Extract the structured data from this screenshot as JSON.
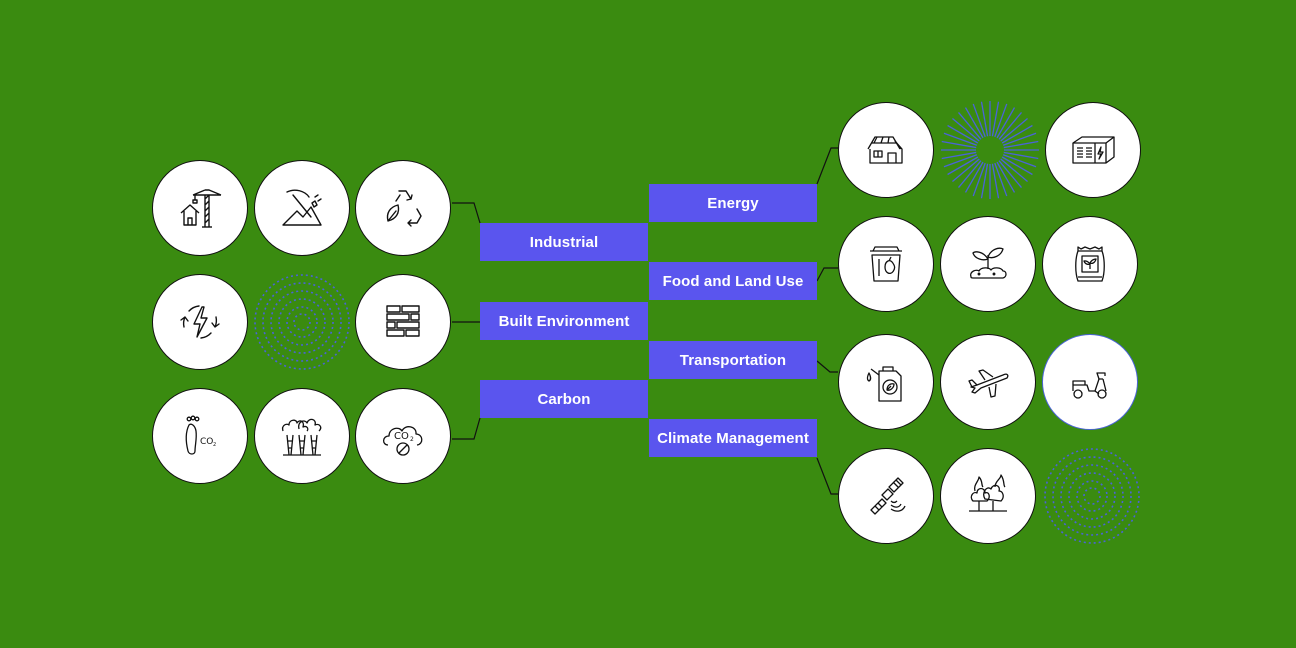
{
  "colors": {
    "background": "#3a8b10",
    "label_fill": "#5a55ee",
    "label_text": "#ffffff",
    "circle_fill": "#ffffff",
    "line": "#111111",
    "decoration": "#4a63d8"
  },
  "left_categories": [
    {
      "key": "industrial",
      "label": "Industrial"
    },
    {
      "key": "built-environment",
      "label": "Built Environment"
    },
    {
      "key": "carbon",
      "label": "Carbon"
    }
  ],
  "right_categories": [
    {
      "key": "energy",
      "label": "Energy"
    },
    {
      "key": "food-and-land-use",
      "label": "Food and Land Use"
    },
    {
      "key": "transportation",
      "label": "Transportation"
    },
    {
      "key": "climate-management",
      "label": "Climate Management"
    }
  ],
  "icon_rows": {
    "industrial": [
      "construction-crane-icon",
      "mining-pickaxe-icon",
      "recycle-leaf-icon"
    ],
    "built-environment": [
      "renewable-energy-cycle-icon",
      "concentric-rings-decoration",
      "brick-wall-icon"
    ],
    "carbon": [
      "co2-footprint-icon",
      "factory-smoke-icon",
      "co2-cloud-reduction-icon"
    ],
    "energy": [
      "solar-house-icon",
      "starburst-decoration",
      "battery-storage-icon"
    ],
    "food-and-land-use": [
      "food-waste-bin-icon",
      "sprout-soil-icon",
      "fertilizer-bag-icon"
    ],
    "transportation": [
      "biofuel-canister-icon",
      "airplane-icon",
      "electric-scooter-icon"
    ],
    "climate-management": [
      "satellite-icon",
      "wildfire-forest-icon",
      "concentric-rings-decoration"
    ]
  }
}
